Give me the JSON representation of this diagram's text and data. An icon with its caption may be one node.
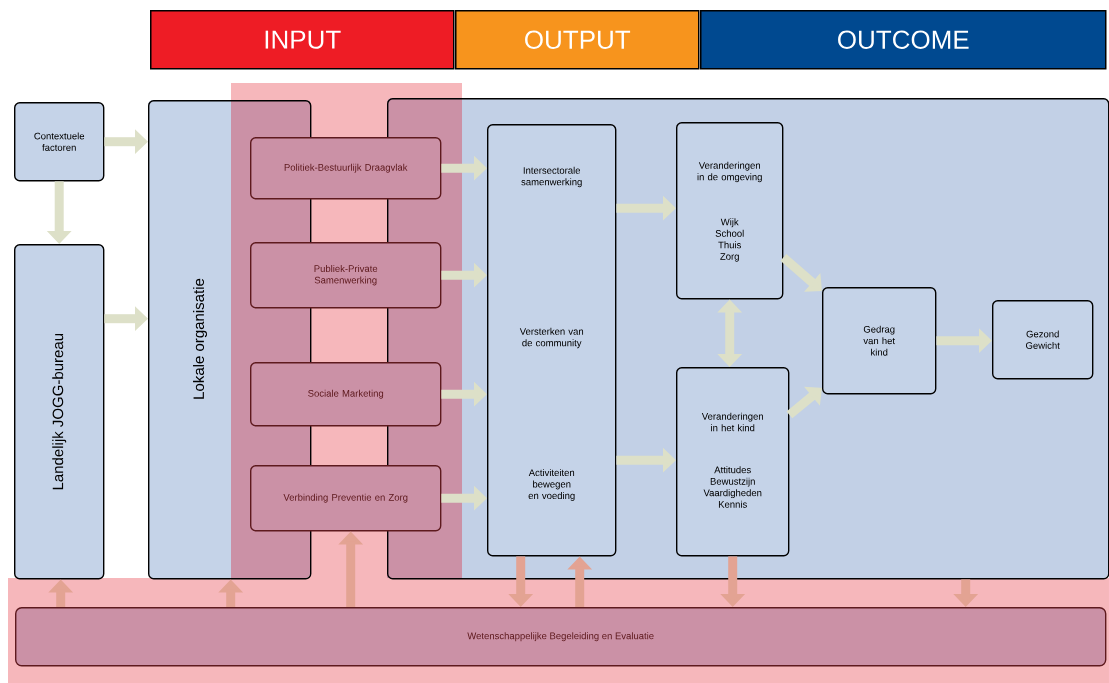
{
  "diagram": {
    "nodes": [
      {
        "text": [
          "INPUT"
        ]
      },
      {
        "text": [
          "OUTPUT"
        ]
      },
      {
        "text": [
          "OUTCOME"
        ]
      },
      {
        "text": [
          "Contextuele factoren"
        ]
      },
      {
        "text": [
          "Landelijk JOGG-bureau"
        ]
      },
      {
        "text": [
          "Lokale organisatie"
        ]
      },
      {
        "text": [],
        "shape": "box"
      },
      {
        "text": [
          "Politiek-Bestuurlijk Draagvlak"
        ]
      },
      {
        "text": [
          "Publiek-Private Samenwerking"
        ]
      },
      {
        "text": [
          "Sociale Marketing"
        ]
      },
      {
        "text": [
          "Verbinding Preventie en Zorg"
        ]
      },
      {
        "text": [
          "Intersectorale samenwerking",
          "Versterken van de community",
          "Activiteiten bewegen en voeding"
        ],
        "in": 6
      },
      {
        "text": [
          "Veranderingen in de omgeving",
          "Wijk School Thuis Zorg"
        ],
        "in": 6
      },
      {
        "text": [
          "Veranderingen in het kind",
          "Attitudes Bewustzijn Vaardigheden Kennis"
        ],
        "in": 6
      },
      {
        "text": [
          "Gedrag van het kind"
        ],
        "in": 6
      },
      {
        "text": [
          "Gezond Gewicht"
        ],
        "in": 6
      },
      {
        "text": [
          "Wetenschappelijke Begeleiding en Evaluatie"
        ]
      }
    ],
    "edges": [
      {
        "from": 3,
        "to": 5,
        "arrow": "to"
      },
      {
        "from": 3,
        "to": 4,
        "arrow": "to"
      },
      {
        "from": 4,
        "to": 5,
        "arrow": "to"
      },
      {
        "from": 7,
        "to": 11,
        "arrow": "to"
      },
      {
        "from": 8,
        "to": 11,
        "arrow": "to"
      },
      {
        "from": 9,
        "to": 11,
        "arrow": "to"
      },
      {
        "from": 10,
        "to": 11,
        "arrow": "to"
      },
      {
        "from": 11,
        "to": 12,
        "arrow": "to"
      },
      {
        "from": 11,
        "to": 13,
        "arrow": "to"
      },
      {
        "from": 12,
        "to": 13,
        "arrow": "both"
      },
      {
        "from": 12,
        "to": 14,
        "arrow": "to"
      },
      {
        "from": 13,
        "to": 14,
        "arrow": "to"
      },
      {
        "from": 14,
        "to": 15,
        "arrow": "to"
      },
      {
        "from": 16,
        "to": 4,
        "arrow": "to",
        "color": "#e3a393"
      },
      {
        "from": 16,
        "to": 5,
        "arrow": "to",
        "color": "#e3a393"
      },
      {
        "from": 16,
        "to": 10,
        "arrow": "to",
        "color": "#e3a393"
      },
      {
        "from": 11,
        "to": 16,
        "arrow": "to",
        "color": "#e3a393"
      },
      {
        "from": 16,
        "to": 11,
        "arrow": "to",
        "color": "#e3a393"
      },
      {
        "from": 13,
        "to": 16,
        "arrow": "to",
        "color": "#e3a393"
      },
      {
        "from": 6,
        "to": 16,
        "arrow": "to",
        "color": "#e3a393"
      }
    ]
  }
}
